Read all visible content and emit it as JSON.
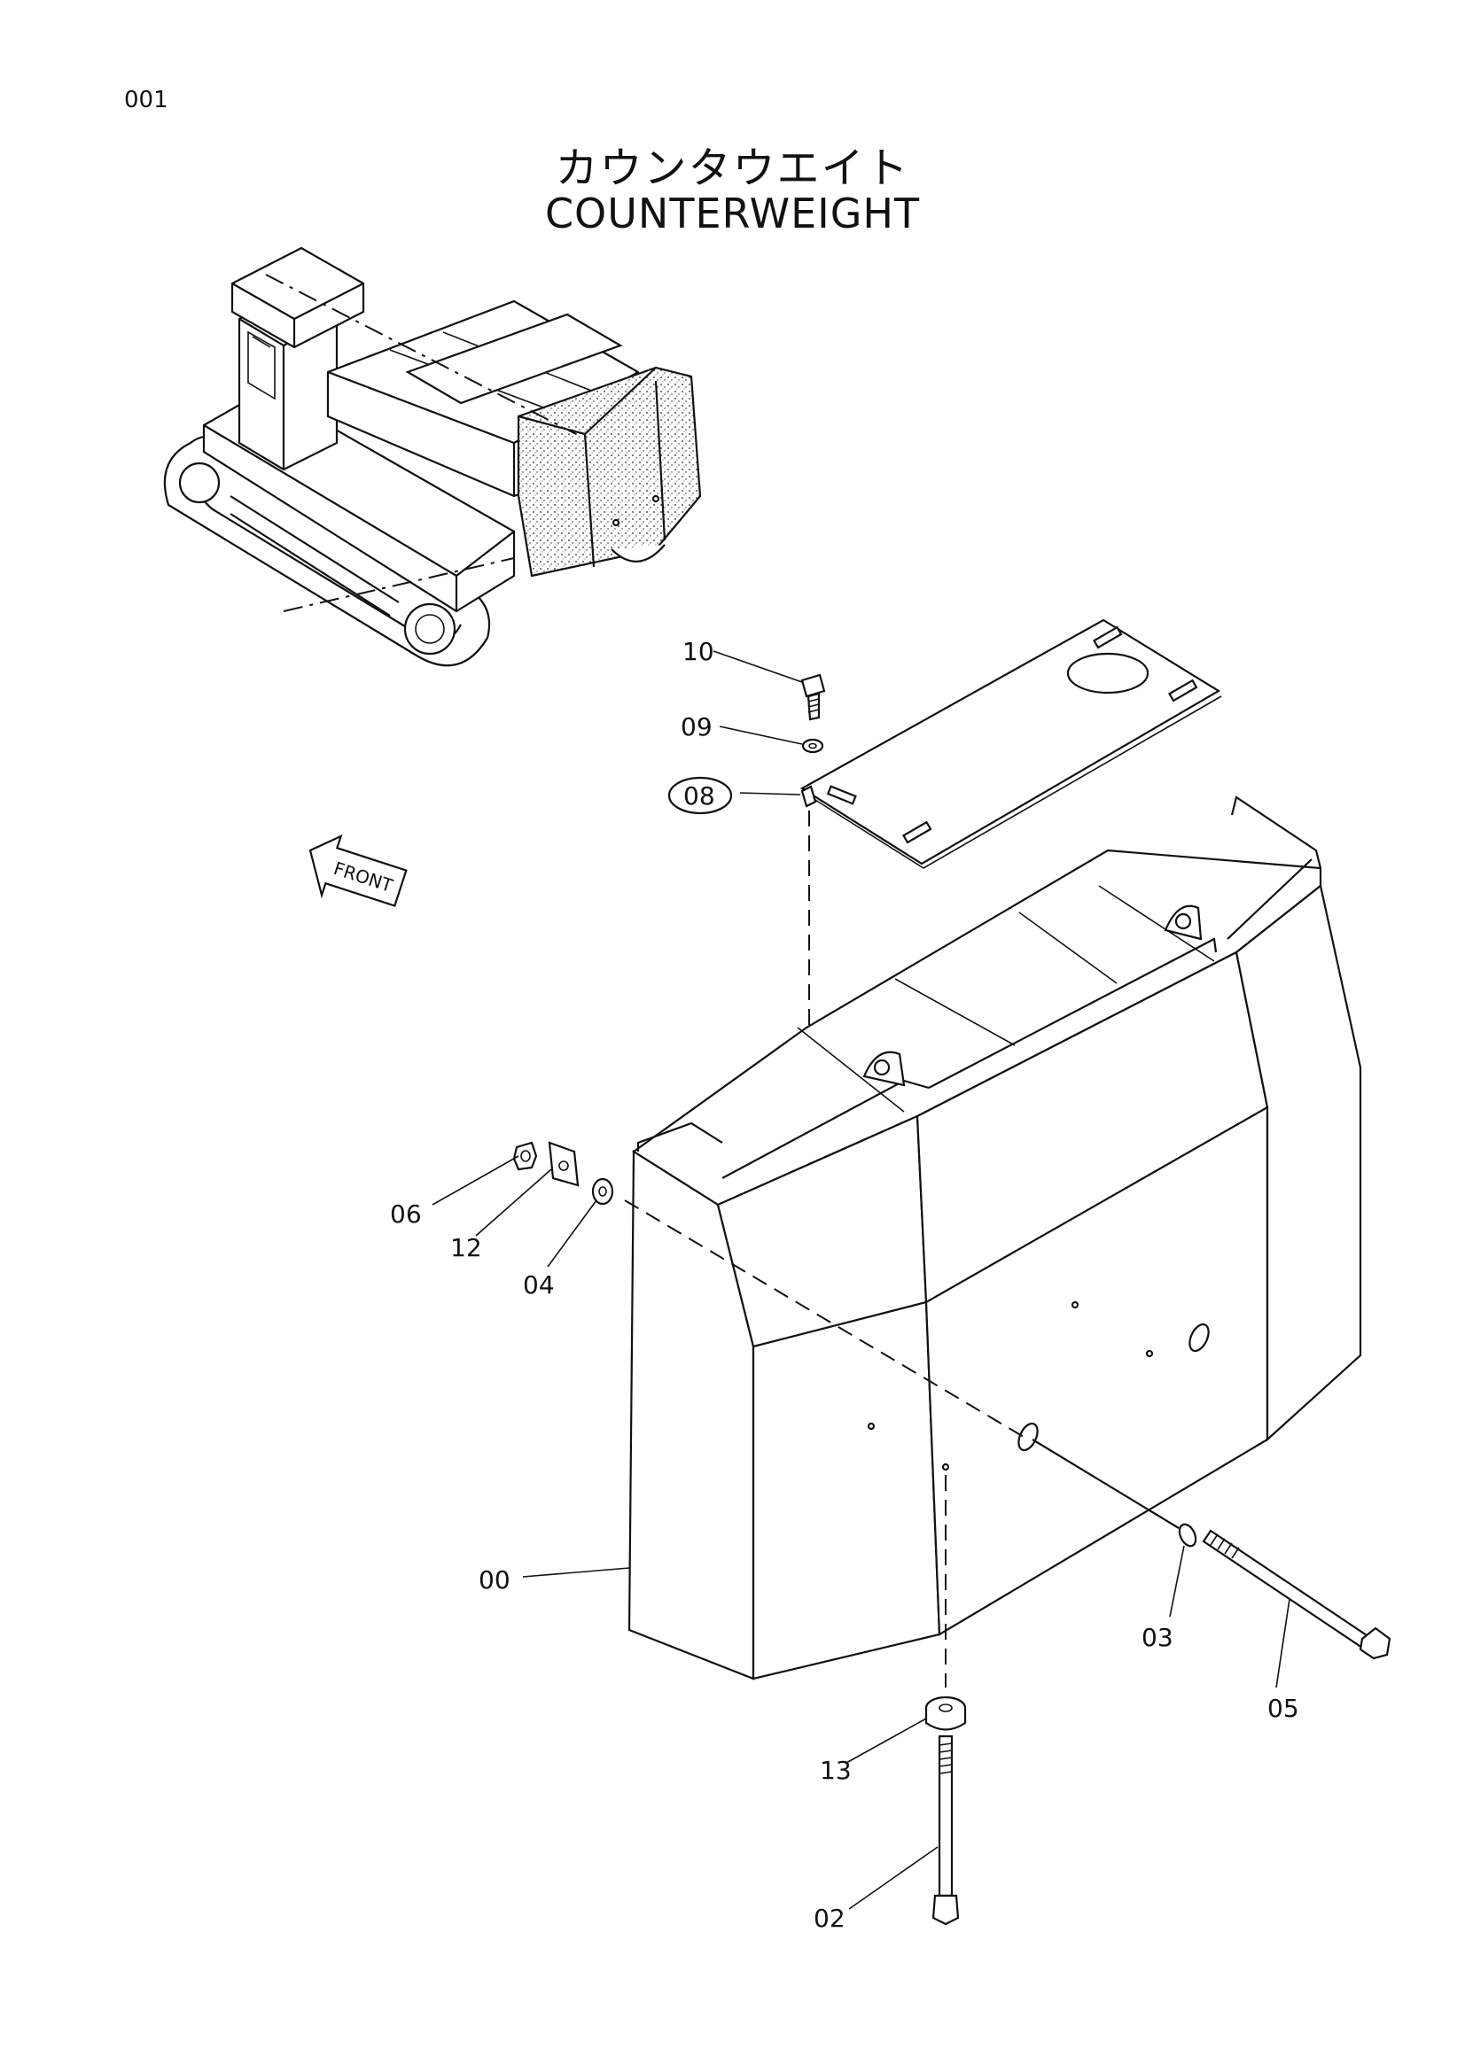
{
  "page": {
    "number": "001"
  },
  "title": {
    "japanese": "カウンタウエイト",
    "english": "COUNTERWEIGHT"
  },
  "direction_marker": {
    "label": "FRONT"
  },
  "callouts": [
    {
      "id": "10",
      "label": "10"
    },
    {
      "id": "09",
      "label": "09"
    },
    {
      "id": "08",
      "label": "08",
      "circled": true
    },
    {
      "id": "06",
      "label": "06"
    },
    {
      "id": "12",
      "label": "12"
    },
    {
      "id": "04",
      "label": "04"
    },
    {
      "id": "00",
      "label": "00"
    },
    {
      "id": "03",
      "label": "03"
    },
    {
      "id": "05",
      "label": "05"
    },
    {
      "id": "13",
      "label": "13"
    },
    {
      "id": "02",
      "label": "02"
    }
  ]
}
